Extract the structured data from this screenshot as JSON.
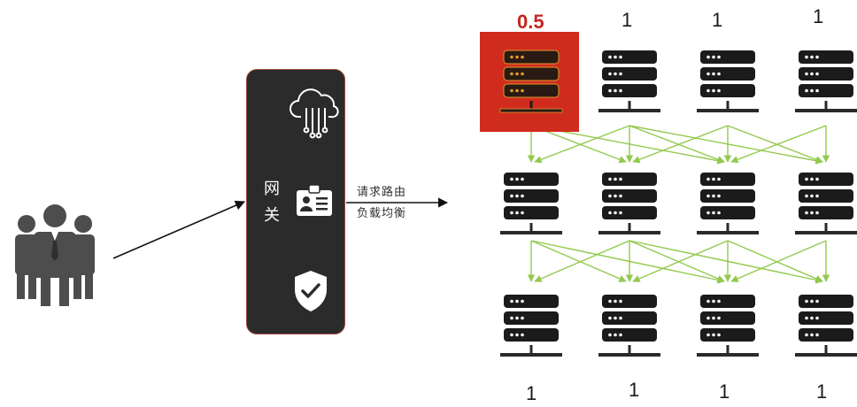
{
  "gateway": {
    "label_line1": "网",
    "label_line2": "关"
  },
  "route_label": {
    "line1": "请求路由",
    "line2": "负载均衡"
  },
  "weights_top": [
    "0.5",
    "1",
    "1",
    "1"
  ],
  "weights_bottom": [
    "1",
    "1",
    "1",
    "1"
  ],
  "colors": {
    "server": "#1b1b1b",
    "stand": "#2a2a2a",
    "link": "#93c94e",
    "highlight": "#cf2c1e",
    "hot_weight": "#c5251f",
    "hot_led": "#e39a2d"
  },
  "icons": [
    "users-icon",
    "cloud-icon",
    "id-card-icon",
    "shield-check-icon",
    "server-icon"
  ]
}
